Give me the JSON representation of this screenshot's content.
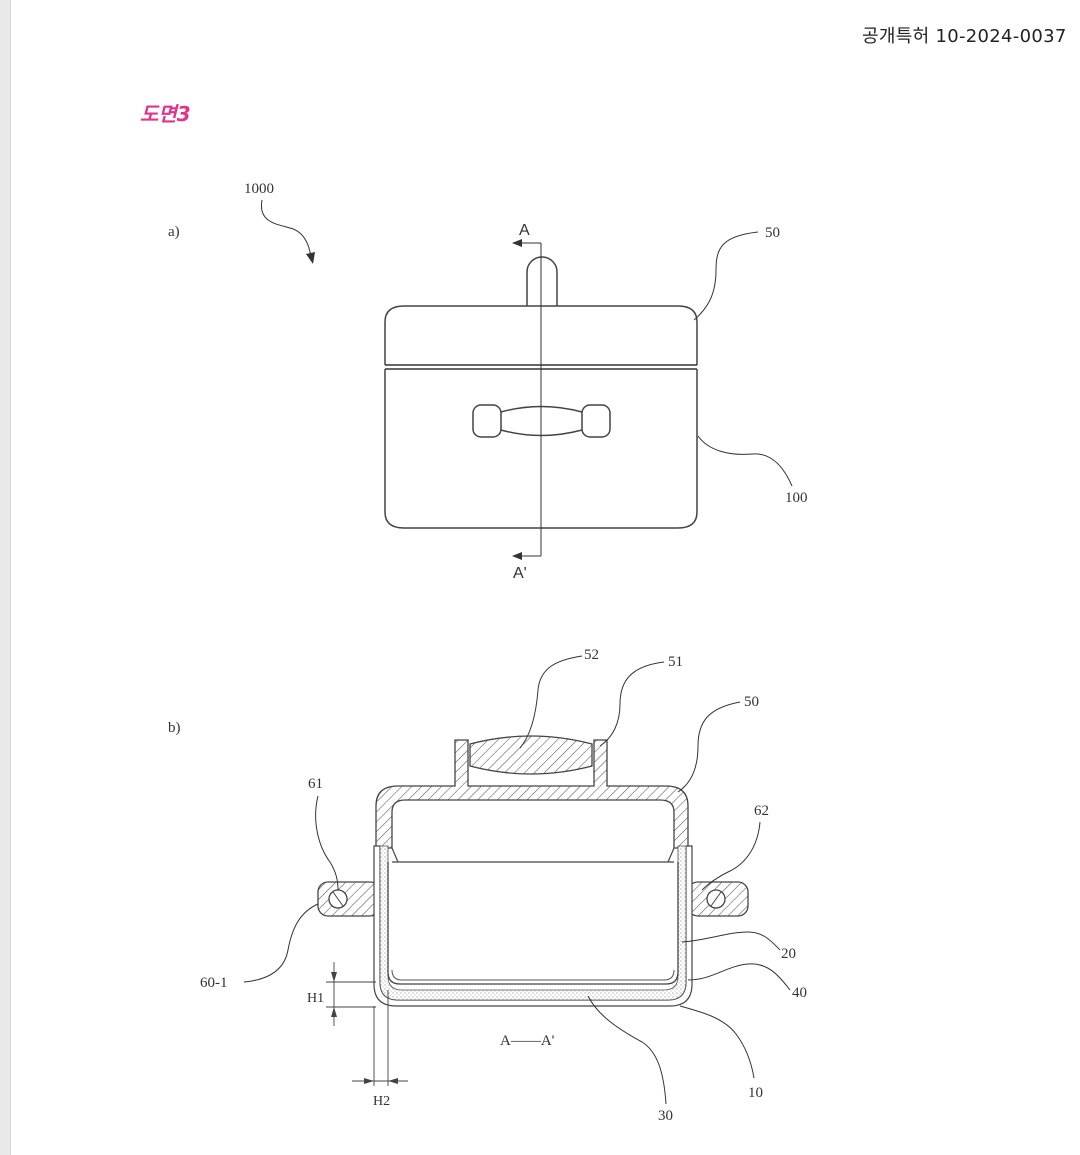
{
  "header": {
    "publication_number": "공개특허 10-2024-0037"
  },
  "drawing": {
    "title": "도면3"
  },
  "figure_a": {
    "label": "a)",
    "ref_1000": "1000",
    "section_top": "A",
    "section_bottom": "A'",
    "ref_50": "50",
    "ref_100": "100"
  },
  "figure_b": {
    "label": "b)",
    "ref_52": "52",
    "ref_51": "51",
    "ref_50": "50",
    "ref_61": "61",
    "ref_62": "62",
    "ref_20": "20",
    "ref_40": "40",
    "ref_60_1": "60-1",
    "ref_h1": "H1",
    "ref_h2": "H2",
    "section_caption": "A——A'",
    "ref_30": "30",
    "ref_10": "10"
  }
}
